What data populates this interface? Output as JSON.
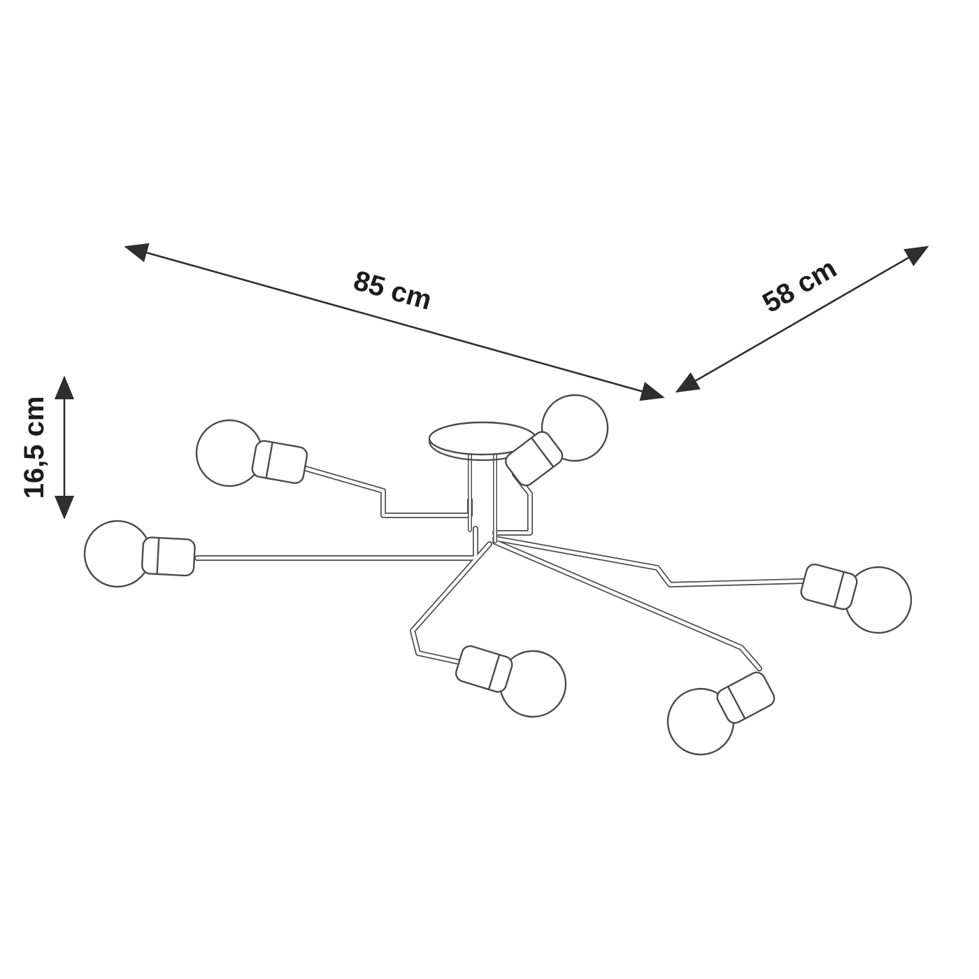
{
  "diagram": {
    "type": "product-dimension-drawing",
    "subject": "six-bulb-ceiling-lamp",
    "bulb_count": 6,
    "dimensions": {
      "width": "85 cm",
      "depth": "58 cm",
      "height": "16,5 cm"
    },
    "colors": {
      "line": "#4a4a4a",
      "dimension_line": "#2e2e2e",
      "text": "#1c1c1c",
      "background": "#ffffff"
    }
  }
}
